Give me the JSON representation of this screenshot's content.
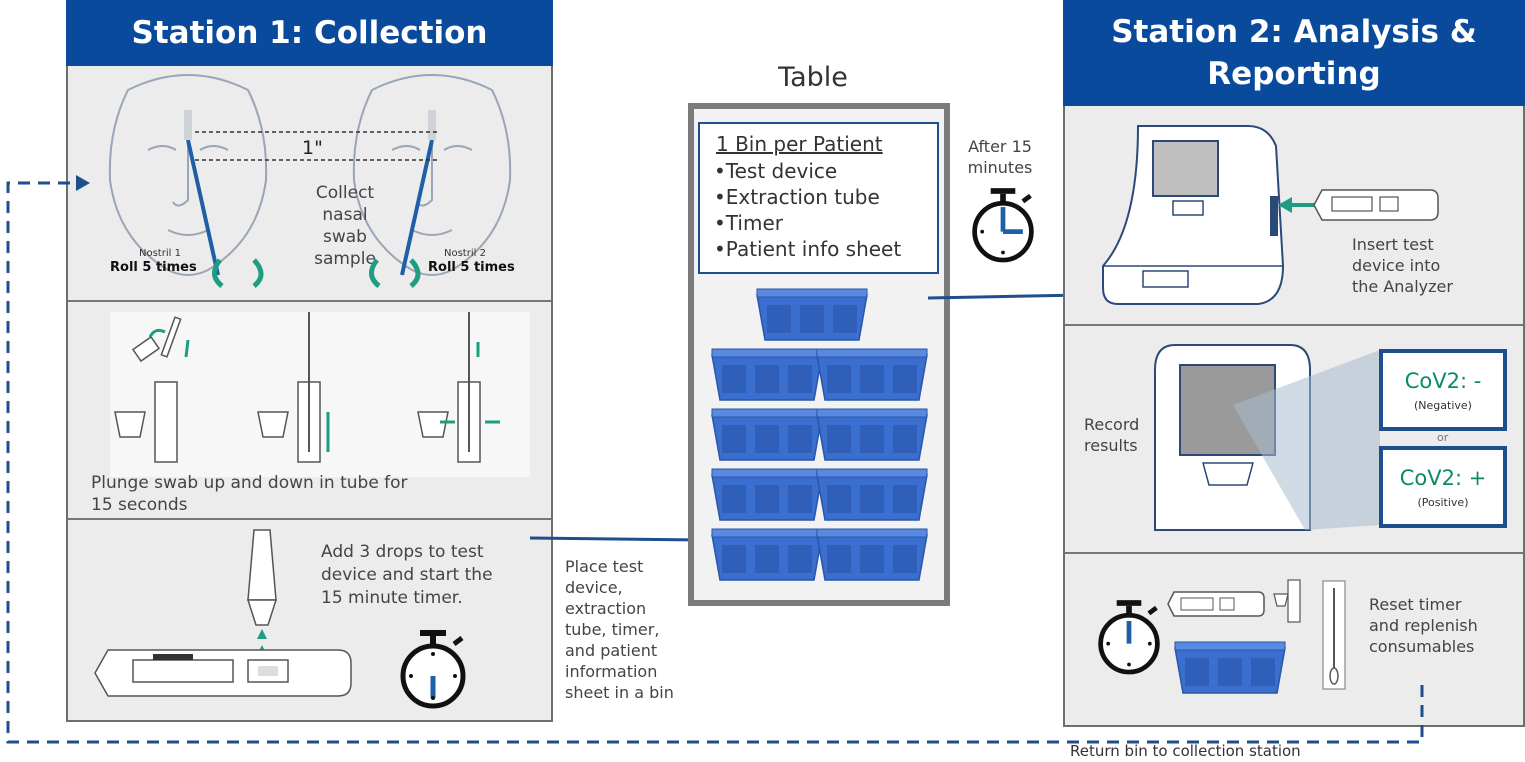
{
  "station1": {
    "title": "Station 1: Collection",
    "step1": {
      "ruler": "1\"",
      "instruction": [
        "Collect",
        "nasal",
        "swab",
        "sample"
      ],
      "nostril1_label": "Nostril 1",
      "nostril1_action": "Roll 5 times",
      "nostril2_label": "Nostril 2",
      "nostril2_action": "Roll 5 times"
    },
    "step2": {
      "instruction": [
        "Plunge swab up and down in tube for",
        "15 seconds"
      ]
    },
    "step3": {
      "instruction": [
        "Add 3 drops to test",
        "device and start the",
        "15 minute timer."
      ]
    }
  },
  "table": {
    "title": "Table",
    "box_heading": "1 Bin per Patient",
    "box_items": [
      "Test device",
      "Extraction tube",
      "Timer",
      "Patient info sheet"
    ],
    "place_note": [
      "Place test",
      "device,",
      "extraction",
      "tube, timer,",
      "and patient",
      "information",
      "sheet in a bin"
    ]
  },
  "timer_note": [
    "After 15",
    "minutes"
  ],
  "station2": {
    "title_line1": "Station 2: Analysis &",
    "title_line2": "Reporting",
    "step1": {
      "instruction": [
        "Insert test",
        "device into",
        "the Analyzer"
      ]
    },
    "step2": {
      "instruction": [
        "Record",
        "results"
      ],
      "negative": "CoV2: -",
      "negative_sub": "(Negative)",
      "or_text": "or",
      "positive": "CoV2: +",
      "positive_sub": "(Positive)"
    },
    "step3": {
      "instruction": [
        "Reset timer",
        "and replenish",
        "consumables"
      ]
    }
  },
  "return_note": "Return bin to collection station",
  "colors": {
    "header_blue": "#0a4a9c",
    "teal": "#1f9c82",
    "bin_blue": "#3a6fd0",
    "arrow_blue": "#1f4e8c",
    "dash_blue": "#1f4e8c",
    "result_green": "#0a8a6a"
  },
  "icons": [
    "stopwatch-icon",
    "bin-icon",
    "analyzer-icon",
    "test-device-icon",
    "extraction-tube-icon",
    "swab-icon",
    "face-icon",
    "rotate-arrows-icon"
  ]
}
